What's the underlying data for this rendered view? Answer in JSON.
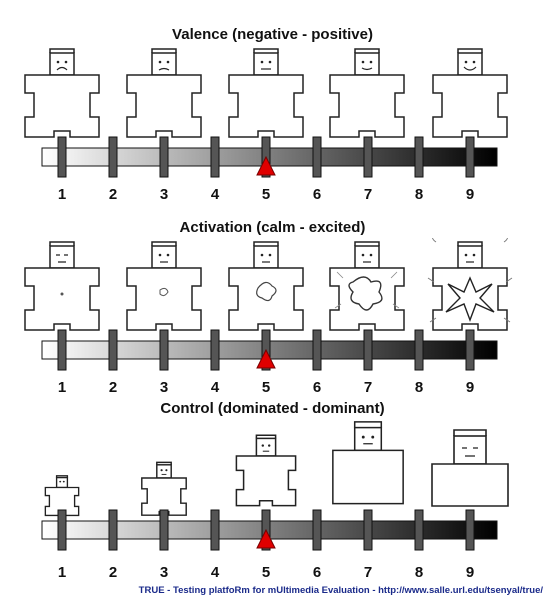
{
  "sections": [
    {
      "title": "Valence (negative - positive)",
      "numbers": [
        "1",
        "2",
        "3",
        "4",
        "5",
        "6",
        "7",
        "8",
        "9"
      ]
    },
    {
      "title": "Activation (calm - excited)",
      "numbers": [
        "1",
        "2",
        "3",
        "4",
        "5",
        "6",
        "7",
        "8",
        "9"
      ]
    },
    {
      "title": "Control (dominated - dominant)",
      "numbers": [
        "1",
        "2",
        "3",
        "4",
        "5",
        "6",
        "7",
        "8",
        "9"
      ]
    }
  ],
  "selected_value": 5,
  "footer": "TRUE - Testing platfoRm for mUltimedia Evaluation - http://www.salle.url.edu/tsenyal/true/",
  "colors": {
    "marker": "#e00000",
    "slider_dark": "#000000",
    "slider_light": "#ffffff",
    "footer_text": "#1a2a8a"
  }
}
